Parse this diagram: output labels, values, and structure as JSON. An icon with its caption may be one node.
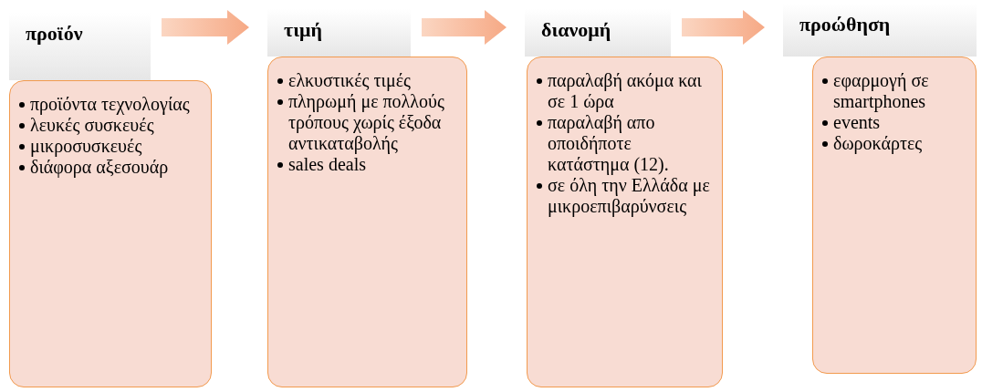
{
  "diagram": {
    "nodes": [
      {
        "text": [
          "προϊόν"
        ]
      },
      {
        "text": [
          "προϊόντα τεχνολογίας",
          "λευκές συσκευές",
          "μικροσυσκευές",
          "διάφορα αξεσουάρ"
        ]
      },
      {
        "text": [
          "τιμή"
        ]
      },
      {
        "text": [
          "ελκυστικές τιμές",
          "πληρωμή με πολλούς τρόπους χωρίς έξοδα αντικαταβολής",
          "sales deals"
        ]
      },
      {
        "text": [
          "διανομή"
        ]
      },
      {
        "text": [
          "παραλαβή ακόμα και σε 1 ώρα",
          "παραλαβή απο οποιδήποτε κατάστημα (12).",
          "σε όλη την Ελλάδα με μικροεπιβαρύνσεις"
        ]
      },
      {
        "text": [
          "προώθηση"
        ]
      },
      {
        "text": [
          "εφαρμογή σε smartphones",
          "events",
          "δωροκάρτες"
        ]
      }
    ],
    "edges": [
      {
        "from": 0,
        "to": 2,
        "arrow": "to"
      },
      {
        "from": 2,
        "to": 4,
        "arrow": "to"
      },
      {
        "from": 4,
        "to": 6,
        "arrow": "to"
      }
    ]
  }
}
